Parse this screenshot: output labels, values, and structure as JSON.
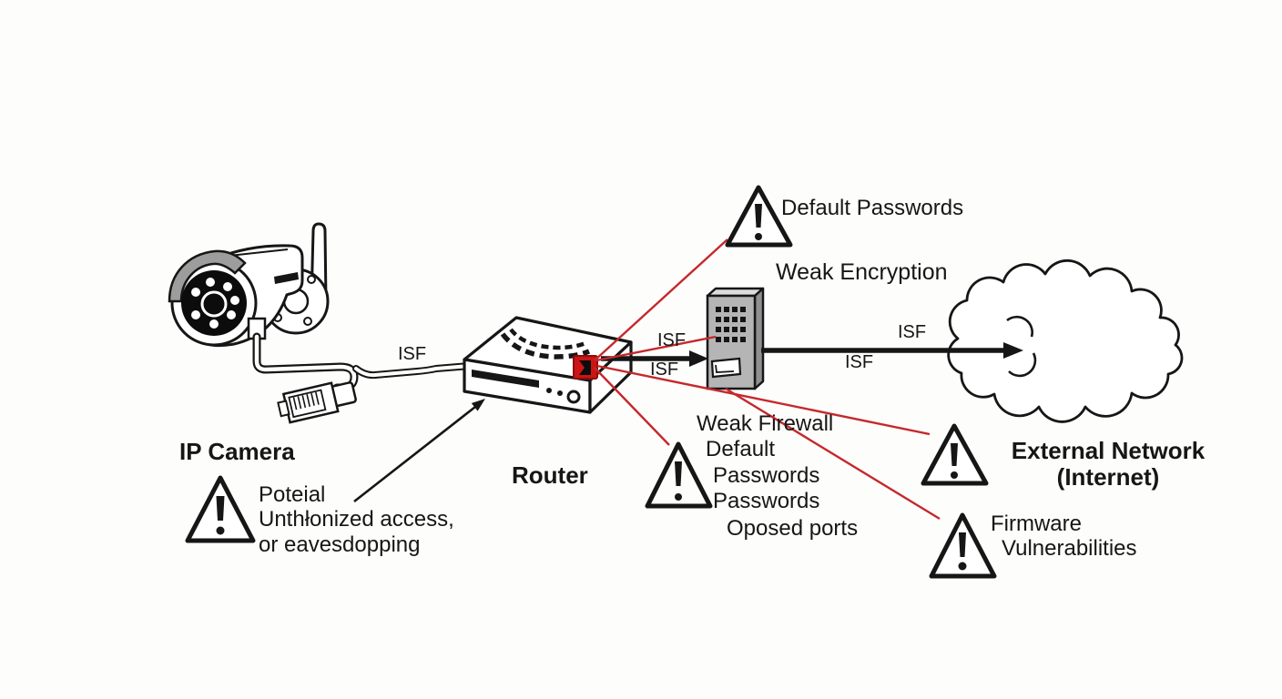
{
  "diagram": {
    "description": "IP camera network security risk diagram",
    "nodes": {
      "ip_camera": {
        "label": "IP Camera"
      },
      "router": {
        "label": "Router"
      },
      "external_network": {
        "label_line1": "External Network",
        "label_line2": "(Internet)"
      }
    },
    "links": {
      "camera_router_label": "ISF",
      "router_firewall_label_above": "ISF",
      "router_firewall_label_below": "ISF",
      "firewall_cloud_label_above": "ISF",
      "firewall_cloud_label_below": "ISF"
    },
    "warnings": {
      "camera_risk": {
        "lines": [
          "Poteial",
          "Unthłonized access,",
          "or eavesdopping"
        ]
      },
      "default_passwords": {
        "label": "Default Passwords"
      },
      "weak_encryption": {
        "label": "Weak Encryption"
      },
      "router_risks": {
        "lines": [
          "Weak Firewall",
          "Default",
          "Passwords",
          "Passwords",
          "Oposed ports"
        ]
      },
      "firmware": {
        "lines": [
          "Firmware",
          "Vulnerabilities"
        ]
      }
    },
    "colors": {
      "ink": "#161616",
      "alert_red": "#c5282b",
      "port_highlight_red": "#cc1414",
      "device_gray": "#b5b5b5",
      "device_gray_top": "#dcdcdc",
      "device_gray_side": "#909090",
      "visor_gray": "#9d9d9d"
    }
  }
}
